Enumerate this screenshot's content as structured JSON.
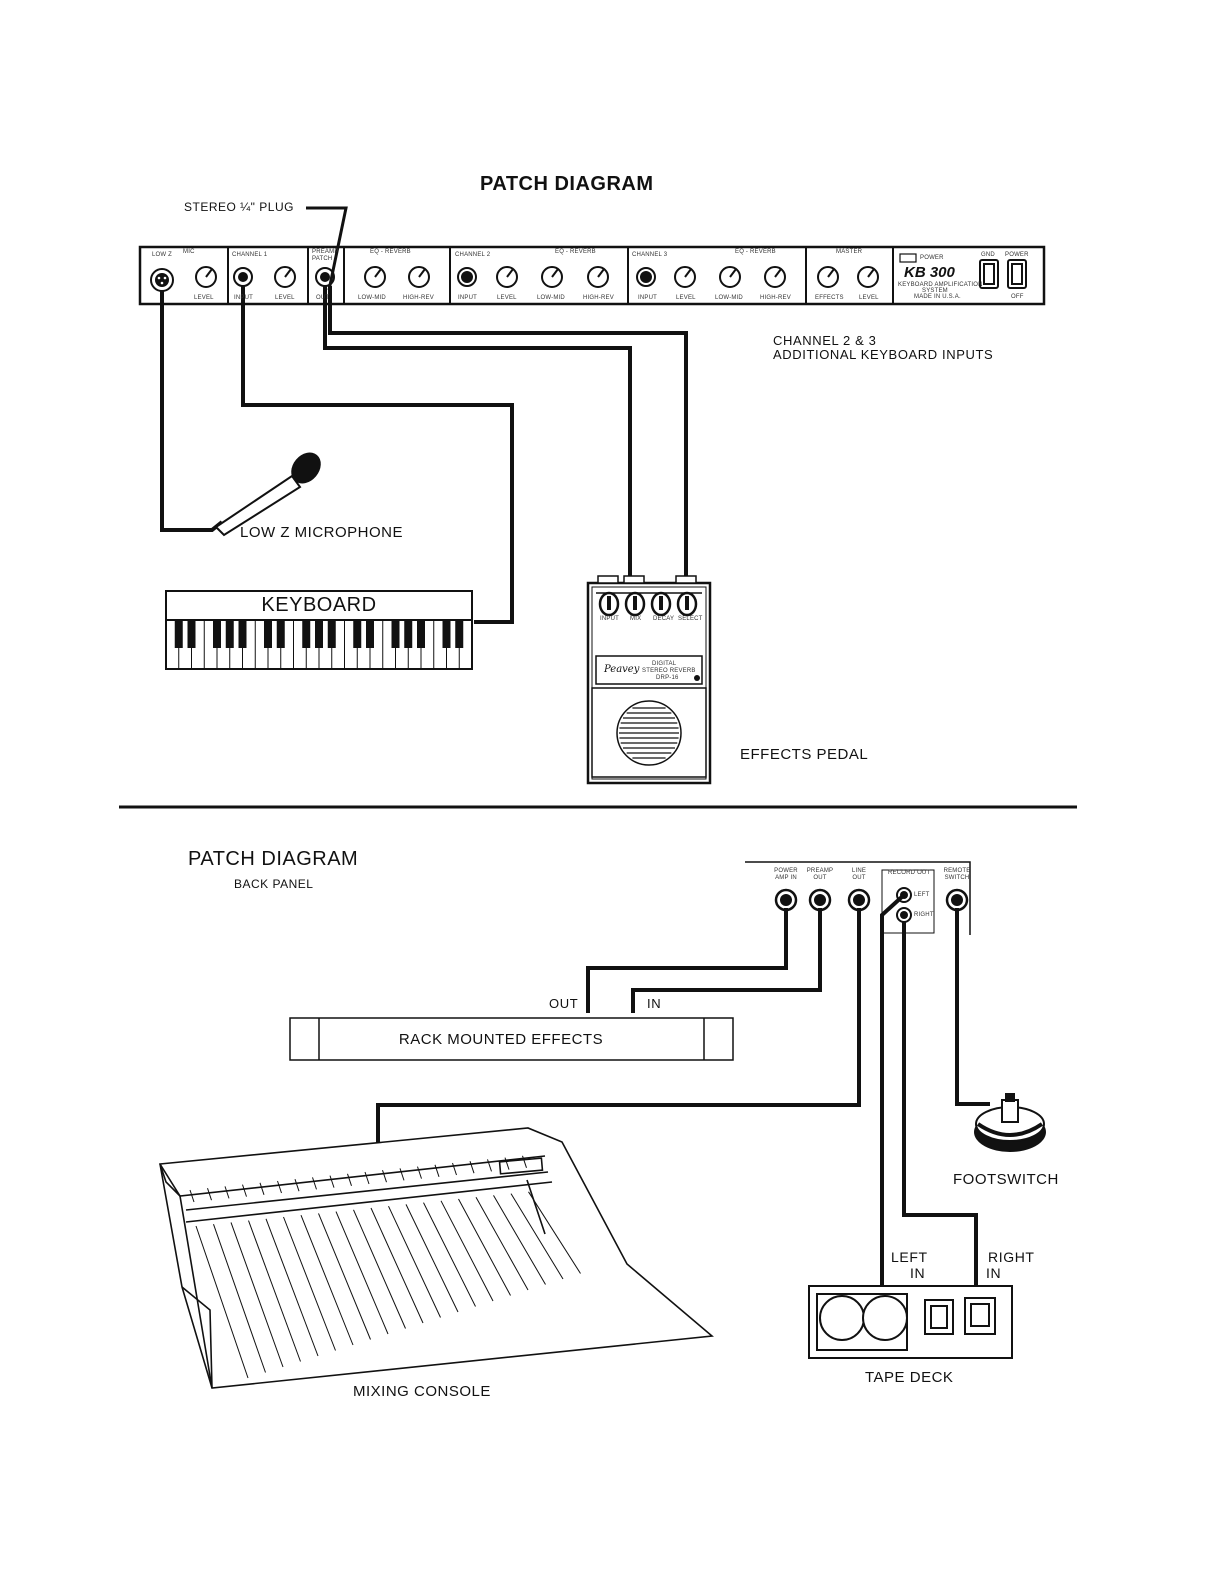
{
  "front": {
    "title": "PATCH DIAGRAM",
    "stereo_plug": "STEREO ¼\" PLUG",
    "panel": {
      "sections": {
        "mic": "MIC",
        "low_z": "LOW Z",
        "channel1": "CHANNEL 1",
        "preamp_patch": "PREAMP PATCH",
        "eq_reverb": "EQ - REVERB",
        "channel2": "CHANNEL 2",
        "channel3": "CHANNEL 3",
        "master": "MASTER",
        "power": "POWER",
        "gnd": "GND",
        "power2": "POWER"
      },
      "bottom_labels": {
        "level": "LEVEL",
        "input": "INPUT",
        "low_mid": "LOW-MID",
        "high_rev": "HIGH-REV",
        "effects": "EFFECTS",
        "off": "OFF",
        "out": "OUT"
      },
      "model": "KB 300",
      "model_line1": "KEYBOARD AMPLIFICATION",
      "model_line2": "SYSTEM",
      "model_line3": "MADE IN U.S.A."
    },
    "channel_note_1": "CHANNEL 2 & 3",
    "channel_note_2": "ADDITIONAL KEYBOARD INPUTS",
    "microphone": "LOW Z MICROPHONE",
    "keyboard": "KEYBOARD",
    "pedal": {
      "brand": "Peavey",
      "line1": "DIGITAL",
      "line2": "STEREO REVERB",
      "line3": "DRP-16",
      "knobs": [
        "INPUT",
        "MIX",
        "DECAY",
        "SELECT"
      ]
    },
    "effects_pedal": "EFFECTS PEDAL"
  },
  "back": {
    "title": "PATCH DIAGRAM",
    "subtitle": "BACK PANEL",
    "jacks": {
      "power_amp_in": "POWER AMP IN",
      "preamp_out": "PREAMP OUT",
      "line_out": "LINE OUT",
      "record_out": "RECORD OUT",
      "left": "LEFT",
      "right": "RIGHT",
      "remote_switch": "REMOTE SWITCH"
    },
    "out": "OUT",
    "in": "IN",
    "rack_effects": "RACK MOUNTED EFFECTS",
    "footswitch": "FOOTSWITCH",
    "left_in_1": "LEFT",
    "left_in_2": "IN",
    "right_in_1": "RIGHT",
    "right_in_2": "IN",
    "tape_deck": "TAPE DECK",
    "mixing_console": "MIXING CONSOLE"
  }
}
